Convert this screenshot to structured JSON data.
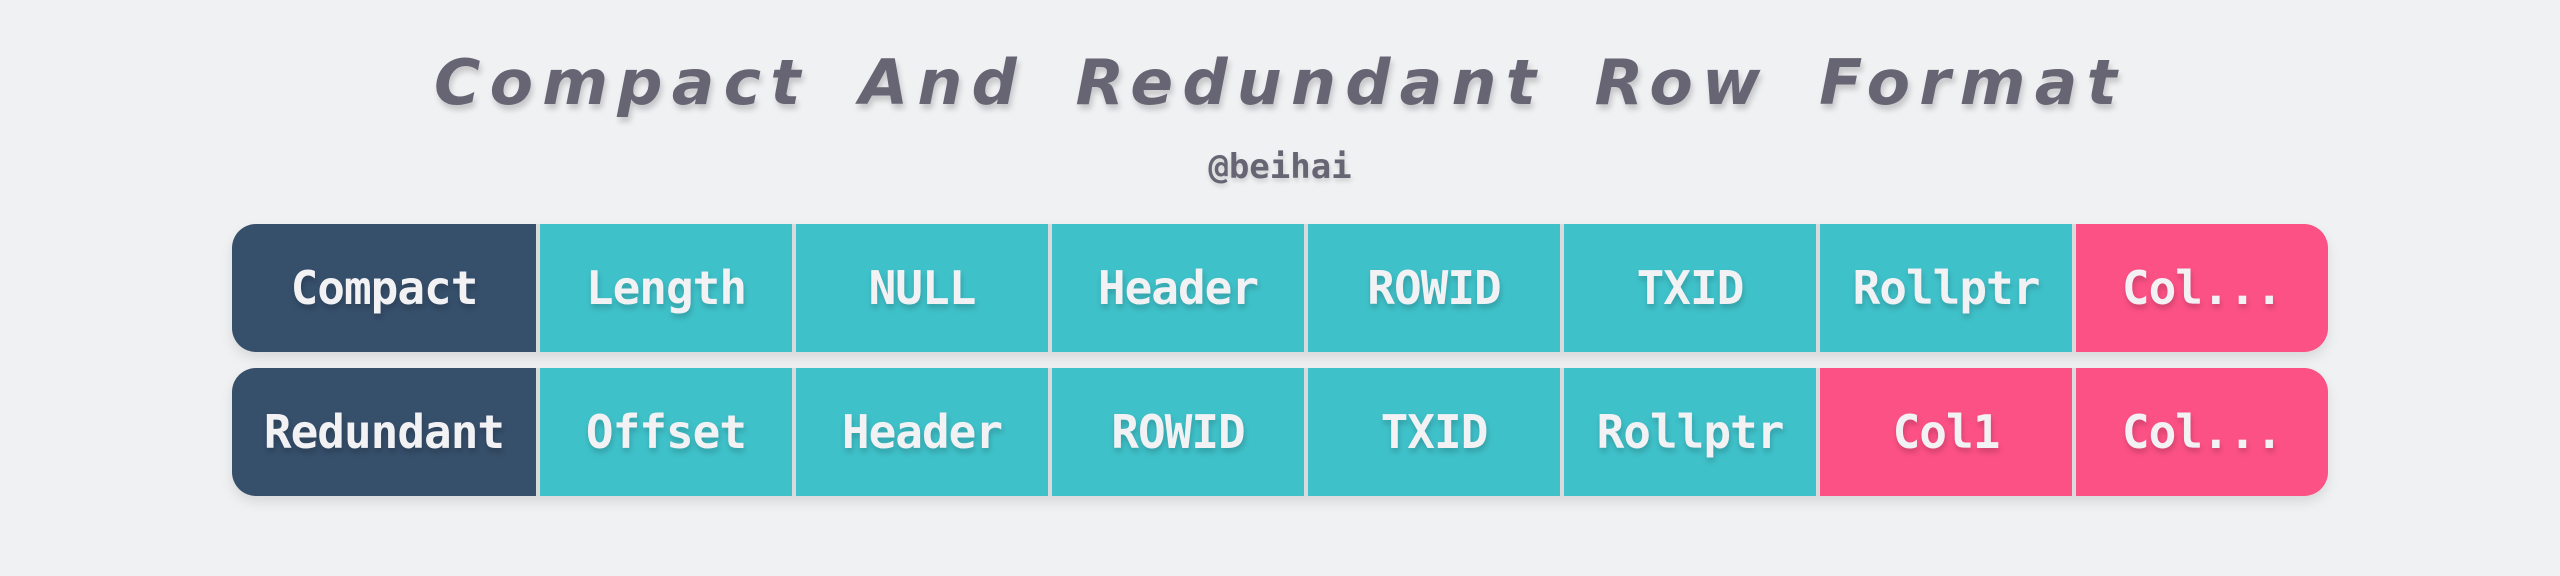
{
  "title": "Compact And Redundant Row Format",
  "subtitle": "@beihai",
  "colors": {
    "background": "#F0F1F3",
    "title_text": "#676573",
    "row_header": "#364F6B",
    "metadata_field": "#3FC1C9",
    "column_field": "#FC5185",
    "cell_text": "#F2F2F5"
  },
  "rows": [
    {
      "label": "Compact",
      "cells": [
        {
          "text": "Length",
          "kind": "metadata"
        },
        {
          "text": "NULL",
          "kind": "metadata"
        },
        {
          "text": "Header",
          "kind": "metadata"
        },
        {
          "text": "ROWID",
          "kind": "metadata"
        },
        {
          "text": "TXID",
          "kind": "metadata"
        },
        {
          "text": "Rollptr",
          "kind": "metadata"
        },
        {
          "text": "Col...",
          "kind": "column"
        }
      ]
    },
    {
      "label": "Redundant",
      "cells": [
        {
          "text": "Offset",
          "kind": "metadata"
        },
        {
          "text": "Header",
          "kind": "metadata"
        },
        {
          "text": "ROWID",
          "kind": "metadata"
        },
        {
          "text": "TXID",
          "kind": "metadata"
        },
        {
          "text": "Rollptr",
          "kind": "metadata"
        },
        {
          "text": "Col1",
          "kind": "column"
        },
        {
          "text": "Col...",
          "kind": "column"
        }
      ]
    }
  ]
}
